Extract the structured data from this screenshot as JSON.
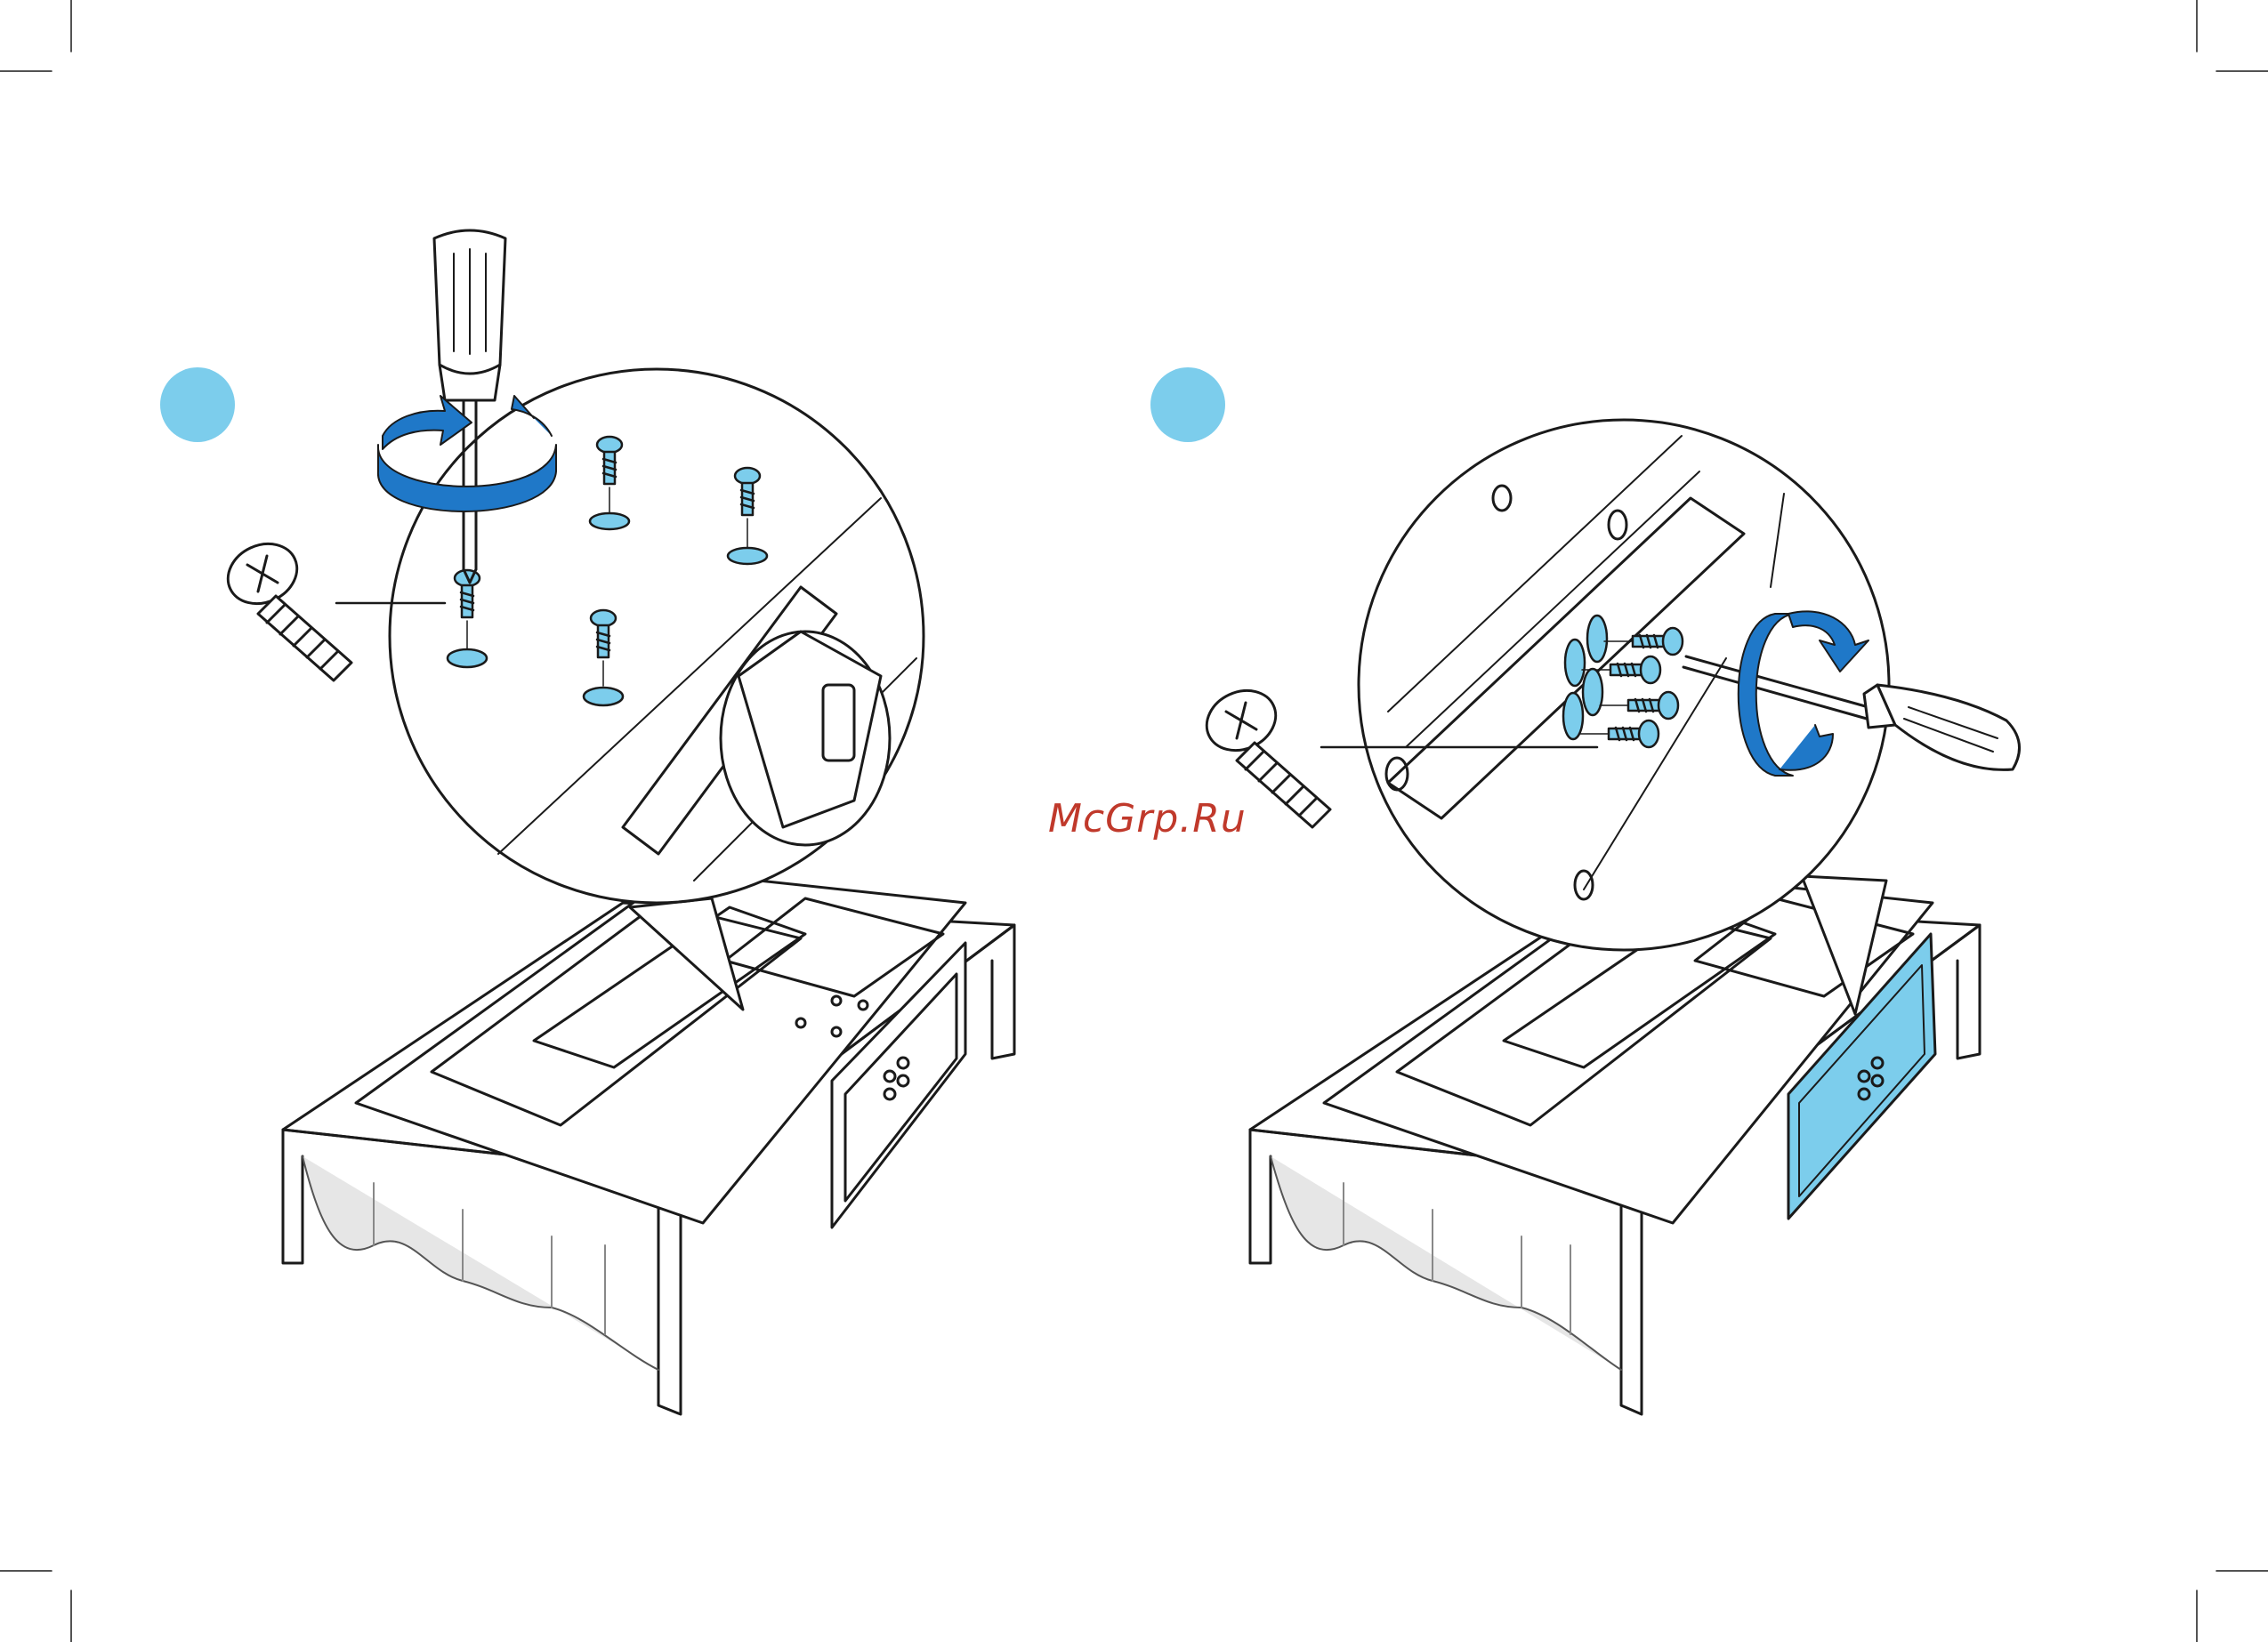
{
  "watermark": {
    "text": "McGrp.Ru",
    "color": "#c0392b"
  },
  "colors": {
    "accent_light": "#7ccdec",
    "accent_dark": "#1f78c8",
    "line": "#1a1a1a",
    "cloth": "#e6e6e6"
  },
  "icons": {
    "step1": "step-badge",
    "step2": "step-badge",
    "screwdriver": "screwdriver-icon",
    "screw": "screw-icon",
    "rotate": "rotate-arrow-icon"
  }
}
